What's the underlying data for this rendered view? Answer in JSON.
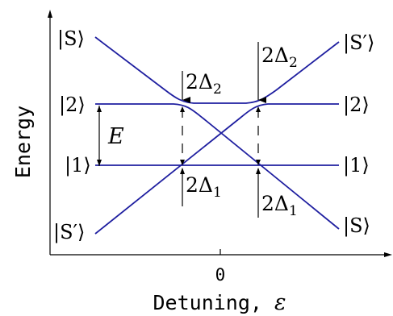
{
  "diagram": {
    "y_axis_label": "Energy",
    "x_axis_label": "Detuning, ",
    "x_axis_symbol": "ε",
    "x_tick_label": "0",
    "gap_label": "E",
    "coupling_upper_label": "2Δ",
    "coupling_upper_sub": "2",
    "coupling_lower_label": "2Δ",
    "coupling_lower_sub": "1",
    "left_states": [
      "|S⟩",
      "|2⟩",
      "|1⟩",
      "|S′⟩"
    ],
    "right_states": [
      "|S′⟩",
      "|2⟩",
      "|1⟩",
      "|S⟩"
    ],
    "curve_color": "#1f1fa0",
    "axis_color": "#000000"
  }
}
